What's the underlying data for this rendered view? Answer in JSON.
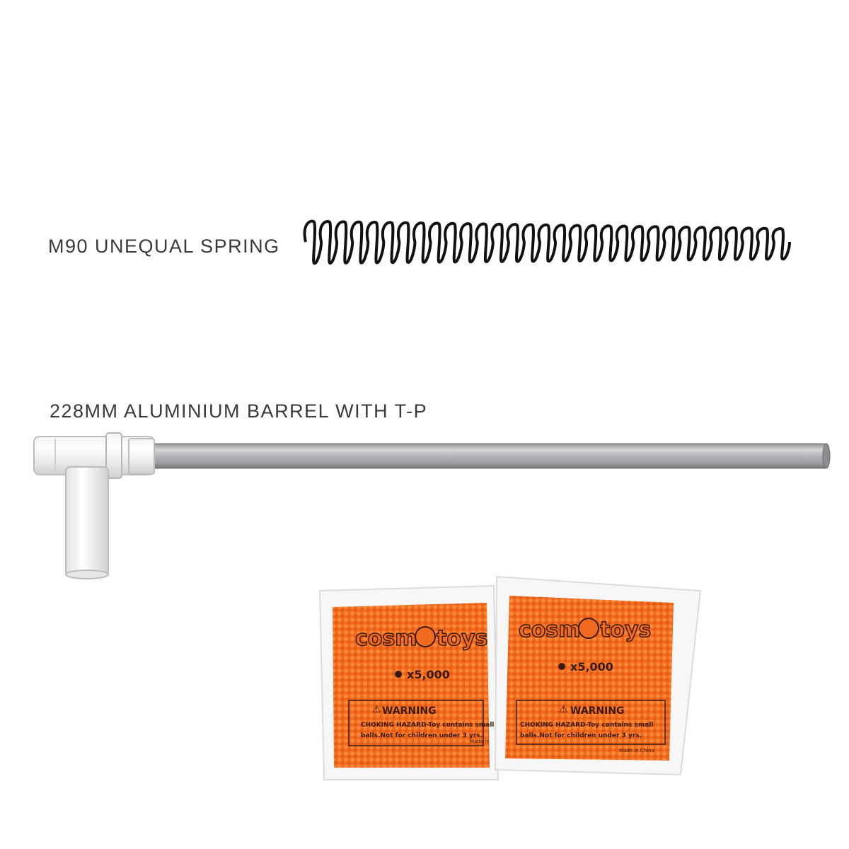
{
  "spring": {
    "label": "M90 UNEQUAL SPRING"
  },
  "barrel": {
    "label": "228MM ALUMINIUM BARREL WITH T-P"
  },
  "packs": [
    {
      "brand": "cosmo",
      "brand2": "toys",
      "count": "x5,000",
      "warning_title": "WARNING",
      "warning_line1": "CHOKING HAZARD-Toy contains small",
      "warning_line2": "balls.Not for children under 3 yrs.",
      "made_in": "Made in"
    },
    {
      "brand": "cosmo",
      "brand2": "toys",
      "count": "x5,000",
      "warning_title": "WARNING",
      "warning_line1": "CHOKING HAZARD-Toy contains small",
      "warning_line2": "balls.Not for children under 3 yrs.",
      "made_in": "Made in China"
    }
  ],
  "colors": {
    "orange": "#f26a1e",
    "spring": "#111111",
    "barrel": "#a9aaad"
  }
}
